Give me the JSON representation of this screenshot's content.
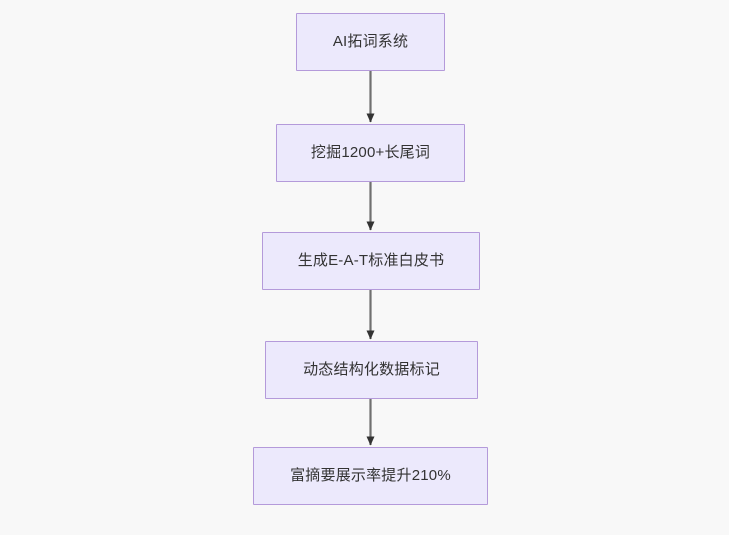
{
  "diagram": {
    "type": "flowchart",
    "orientation": "top-to-bottom",
    "background_color": "#f8f8f8",
    "node_fill_color": "#ece9fc",
    "node_border_color": "#b49ada",
    "node_text_color": "#333333",
    "connector_color": "#707070",
    "arrowhead_color": "#333333",
    "nodes": [
      {
        "id": "node-0",
        "label": "AI拓词系统"
      },
      {
        "id": "node-1",
        "label": "挖掘1200+长尾词"
      },
      {
        "id": "node-2",
        "label": "生成E-A-T标准白皮书"
      },
      {
        "id": "node-3",
        "label": "动态结构化数据标记"
      },
      {
        "id": "node-4",
        "label": "富摘要展示率提升210%"
      }
    ],
    "edges": [
      {
        "id": "edge-0",
        "from": "node-0",
        "to": "node-1",
        "label": ""
      },
      {
        "id": "edge-1",
        "from": "node-1",
        "to": "node-2",
        "label": ""
      },
      {
        "id": "edge-2",
        "from": "node-2",
        "to": "node-3",
        "label": ""
      },
      {
        "id": "edge-3",
        "from": "node-3",
        "to": "node-4",
        "label": ""
      }
    ]
  }
}
